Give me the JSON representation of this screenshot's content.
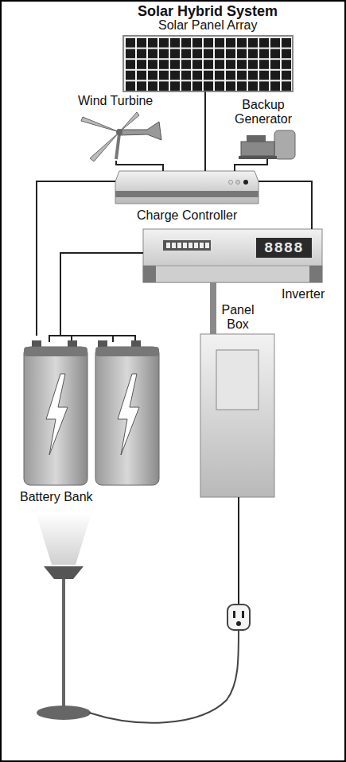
{
  "diagram": {
    "title": "Solar Hybrid System",
    "nodes": [
      {
        "text": [
          "Solar Panel Array"
        ]
      },
      {
        "text": [
          "Wind Turbine"
        ]
      },
      {
        "text": [
          "Backup Generator"
        ]
      },
      {
        "text": [
          "Charge Controller"
        ]
      },
      {
        "text": [
          "Inverter"
        ]
      },
      {
        "text": [
          "Battery Bank"
        ]
      },
      {
        "text": [
          "Panel Box"
        ]
      }
    ],
    "edges": [
      {
        "from": 1,
        "to": 3,
        "arrow": "none"
      },
      {
        "from": 0,
        "to": 3,
        "arrow": "none"
      },
      {
        "from": 2,
        "to": 3,
        "arrow": "none"
      },
      {
        "from": 3,
        "to": 5,
        "arrow": "none"
      },
      {
        "from": 3,
        "to": 4,
        "arrow": "none"
      },
      {
        "from": 4,
        "to": 5,
        "arrow": "none"
      },
      {
        "from": 4,
        "to": 6,
        "arrow": "none"
      }
    ],
    "labels": [
      "8888"
    ]
  }
}
